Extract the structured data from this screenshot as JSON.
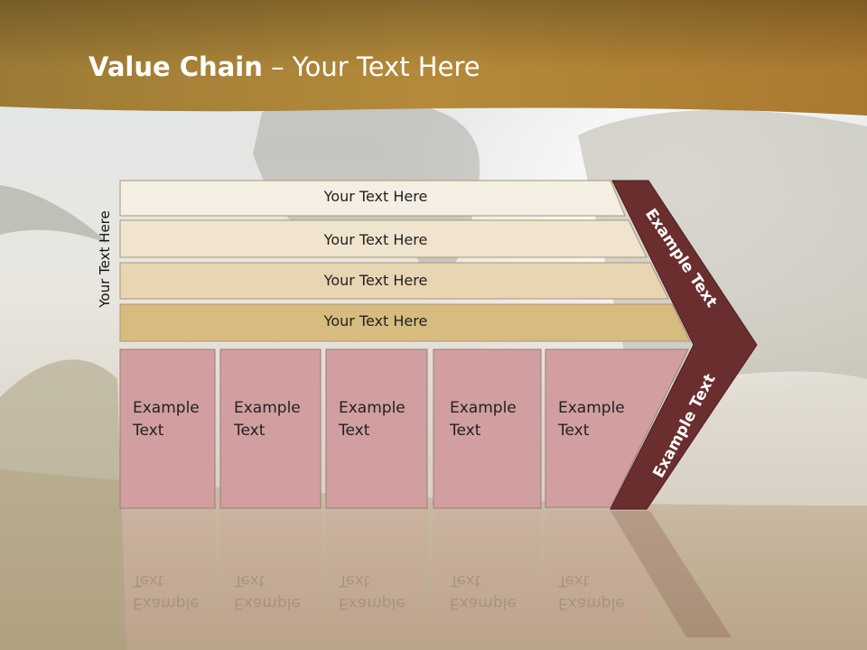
{
  "title": {
    "bold": "Value Chain",
    "rest": " – Your Text Here"
  },
  "side_label": "Your Text Here",
  "rows": [
    "Your Text Here",
    "Your Text Here",
    "Your Text Here",
    "Your Text Here"
  ],
  "boxes": [
    {
      "line1": "Example",
      "line2": "Text"
    },
    {
      "line1": "Example",
      "line2": "Text"
    },
    {
      "line1": "Example",
      "line2": "Text"
    },
    {
      "line1": "Example",
      "line2": "Text"
    },
    {
      "line1": "Example",
      "line2": "Text"
    }
  ],
  "chevron_labels": {
    "upper": "Example Text",
    "lower": "Example Text"
  },
  "colors": {
    "header_band": "#b48a3a",
    "row_1": "#f5eee3",
    "row_2": "#f0e4ce",
    "row_3": "#e8d5b2",
    "row_4": "#d7bb7f",
    "box": "#d19fa0",
    "chevron": "#6a2e2e"
  }
}
